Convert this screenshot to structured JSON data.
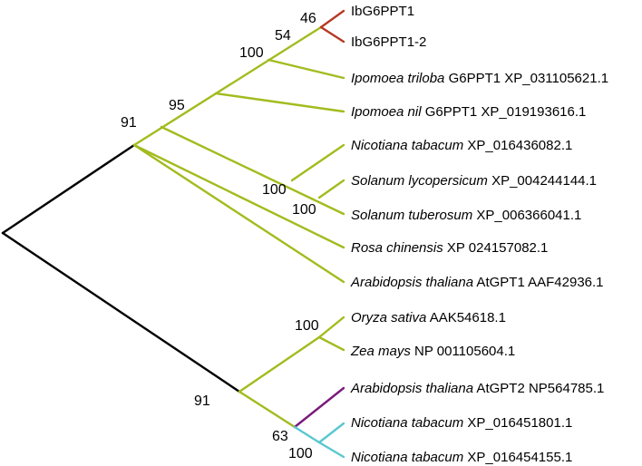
{
  "colors": {
    "root": "#000000",
    "dicot_clade": "#a3bb1e",
    "ibg6ppt": "#b53a24",
    "atgpt2": "#7a1a7c",
    "nicotiana_gpt2": "#5ac7d1"
  },
  "tips": [
    {
      "id": "ibg6ppt1",
      "species": "",
      "rest": "IbG6PPT1"
    },
    {
      "id": "ibg6ppt1_2",
      "species": "",
      "rest": "IbG6PPT1-2"
    },
    {
      "id": "ipomoea_triloba",
      "species": "Ipomoea triloba",
      "rest": " G6PPT1 XP_031105621.1"
    },
    {
      "id": "ipomoea_nil",
      "species": "Ipomoea nil",
      "rest": " G6PPT1 XP_019193616.1"
    },
    {
      "id": "nicotiana_1",
      "species": "Nicotiana tabacum",
      "rest": " XP_016436082.1"
    },
    {
      "id": "solanum_lyc",
      "species": "Solanum lycopersicum",
      "rest": " XP_004244144.1"
    },
    {
      "id": "solanum_tub",
      "species": "Solanum tuberosum",
      "rest": " XP_006366041.1"
    },
    {
      "id": "rosa",
      "species": "Rosa chinensis",
      "rest": " XP 024157082.1"
    },
    {
      "id": "arabidopsis_gpt1",
      "species": "Arabidopsis thaliana",
      "rest": " AtGPT1 AAF42936.1"
    },
    {
      "id": "oryza",
      "species": "Oryza sativa",
      "rest": " AAK54618.1"
    },
    {
      "id": "zea",
      "species": "Zea mays",
      "rest": " NP 001105604.1"
    },
    {
      "id": "arabidopsis_gpt2",
      "species": "Arabidopsis thaliana",
      "rest": " AtGPT2 NP564785.1"
    },
    {
      "id": "nicotiana_2",
      "species": "Nicotiana tabacum",
      "rest": " XP_016451801.1"
    },
    {
      "id": "nicotiana_3",
      "species": "Nicotiana tabacum",
      "rest": " XP_016454155.1"
    }
  ],
  "support_values": [
    "46",
    "54",
    "100",
    "95",
    "91",
    "100",
    "100",
    "100",
    "91",
    "63",
    "100"
  ]
}
